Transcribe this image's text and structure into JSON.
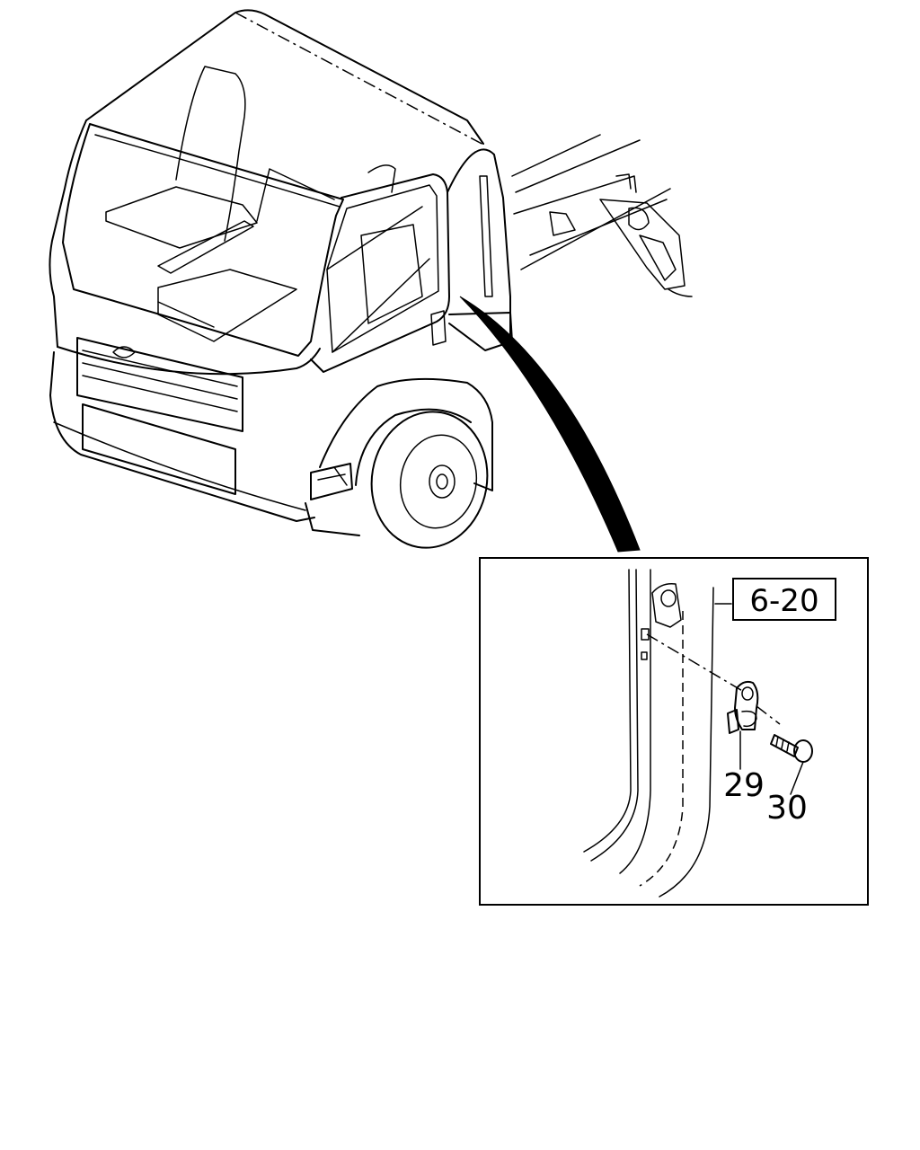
{
  "diagram": {
    "reference_label": "6-20",
    "callouts": [
      {
        "number": "29",
        "part": "door-striker"
      },
      {
        "number": "30",
        "part": "bolt"
      }
    ],
    "colors": {
      "line": "#000000",
      "background": "#ffffff"
    }
  }
}
